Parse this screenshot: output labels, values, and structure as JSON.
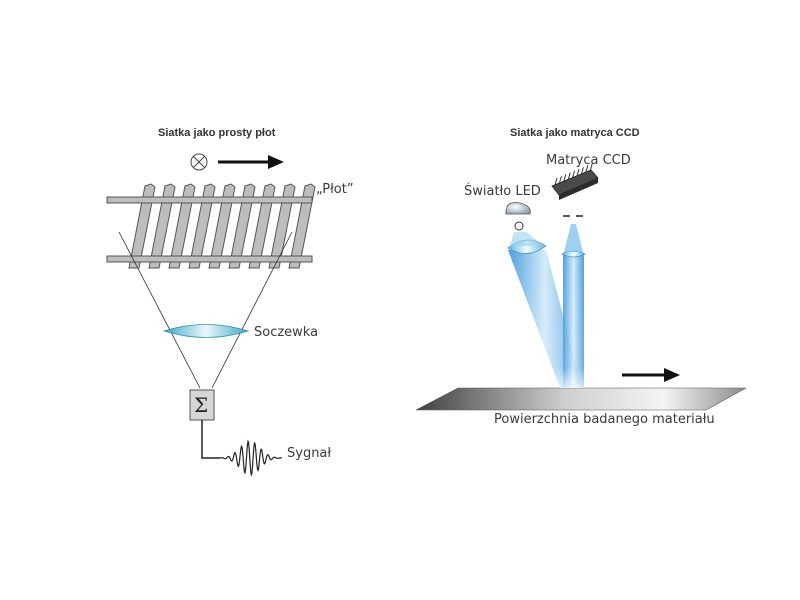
{
  "left_panel": {
    "title": "Siatka jako prosty płot",
    "fence_label": "„Płot”",
    "lens_label": "Soczewka",
    "sum_symbol": "Σ",
    "signal_label": "Sygnał"
  },
  "right_panel": {
    "title": "Siatka jako matryca CCD",
    "ccd_label": "Matryca CCD",
    "led_label": "Światło LED",
    "surface_label": "Powierzchnia badanego materiału"
  },
  "colors": {
    "fence_fill": "#bdbdbd",
    "fence_stroke": "#555555",
    "lens_light": "#e6f6fb",
    "lens_dark": "#4db3cf",
    "beam_blue": "#2f8fd6",
    "surface_dark": "#4a4a4a",
    "surface_light": "#f2f2f2"
  }
}
